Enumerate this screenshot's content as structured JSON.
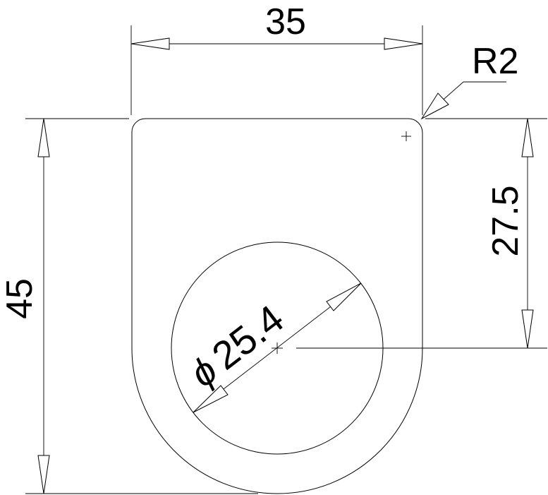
{
  "drawing": {
    "dimensions": {
      "width": "35",
      "height": "45",
      "hole_offset": "27.5",
      "corner_radius": "R2",
      "hole_diameter_symbol": "ϕ",
      "hole_diameter": "25.4"
    },
    "colors": {
      "line": "#000000",
      "background": "#ffffff"
    }
  }
}
